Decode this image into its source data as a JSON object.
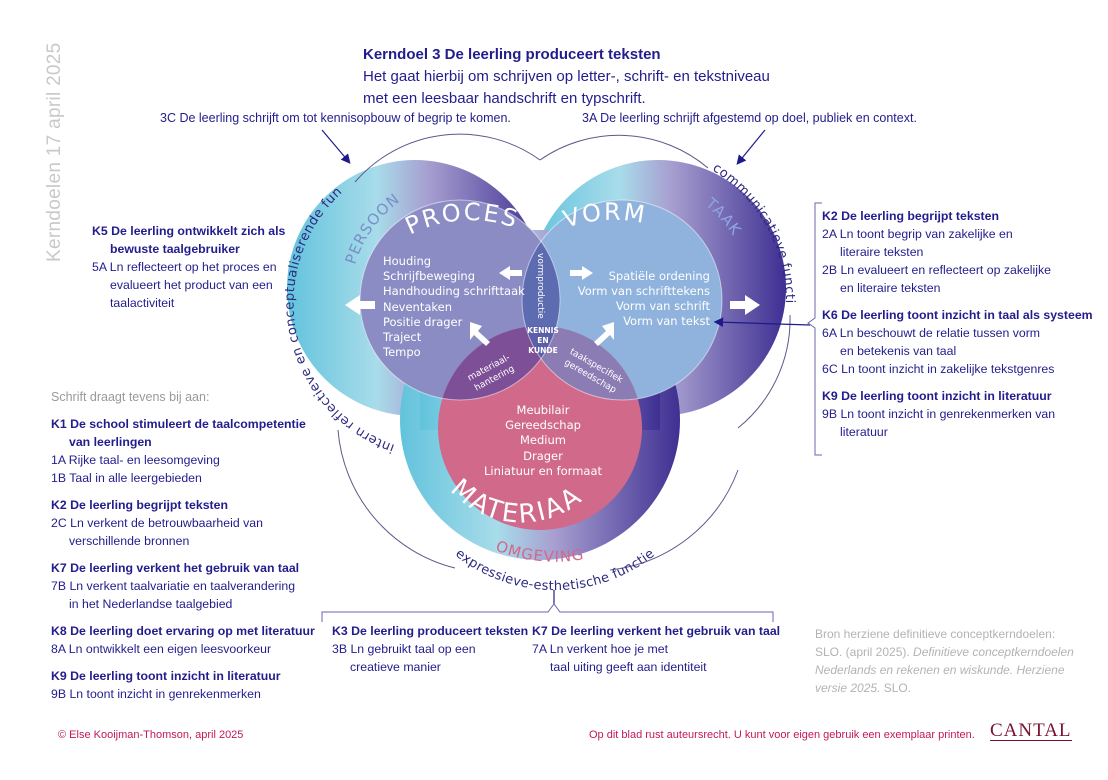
{
  "side_title": "Kerndoelen 17 april 2025",
  "header": {
    "title": "Kerndoel 3 De leerling produceert teksten",
    "line1": "Het gaat hierbij om schrijven op letter-, schrift- en tekstniveau",
    "line2": "met een leesbaar handschrift en typschrift."
  },
  "goal_notes": {
    "left": "3C De leerling schrijft om tot kennisopbouw of begrip te komen.",
    "right": "3A De leerling schrijft afgestemd op doel, publiek en context."
  },
  "diagram": {
    "outer_labels": {
      "left_function": "intern reflectieve en conceptualiserende functie",
      "right_function": "communicatieve functie",
      "bottom_function": "expressieve-esthetische functie"
    },
    "ring_labels": {
      "left": "PERSOON",
      "right": "TAAK",
      "bottom": "OMGEVING"
    },
    "circles": {
      "proces": {
        "title": "PROCES",
        "items": [
          "Houding",
          "Schrijfbeweging",
          "Handhouding schrifttaak",
          "Neventaken",
          "Positie drager",
          "Traject",
          "Tempo"
        ]
      },
      "vorm": {
        "title": "VORM",
        "items": [
          "Spatiële ordening",
          "Vorm van schrifttekens",
          "Vorm van schrift",
          "Vorm van tekst"
        ]
      },
      "materiaal": {
        "title": "MATERIAAL",
        "items": [
          "Meubilair",
          "Gereedschap",
          "Medium",
          "Drager",
          "Liniatuur en formaat"
        ]
      }
    },
    "overlaps": {
      "proces_vorm": "vormproductie",
      "proces_materiaal": [
        "materiaal-",
        "hantering"
      ],
      "vorm_materiaal": [
        "taakspecifiek",
        "gereedschap"
      ],
      "center": [
        "KENNIS",
        "EN",
        "KUNDE"
      ]
    },
    "colors": {
      "persoon_ring": "#7fcde0",
      "taak_ring": "#4e3f9b",
      "omgeving_ring": "#a9dbe9",
      "proces_circle": "#8b8cc4",
      "vorm_circle": "#8fb3dc",
      "materiaal_circle": "#d0698a",
      "center": "#5a5fa8",
      "lines": "#4a4a8a"
    }
  },
  "left_panel_k5": {
    "heading1": "K5 De leerling ontwikkelt zich als",
    "heading2": "bewuste taalgebruiker",
    "item1a": "5A Ln reflecteert op het proces en",
    "item1b": "evalueert het product van een",
    "item1c": "taalactiviteit"
  },
  "right_panel": {
    "k2_heading": "K2 De leerling begrijpt teksten",
    "k2_2a_1": "2A Ln toont begrip van zakelijke en",
    "k2_2a_2": "literaire teksten",
    "k2_2b_1": "2B Ln evalueert en reflecteert op zakelijke",
    "k2_2b_2": "en literaire teksten",
    "k6_heading": "K6 De leerling toont inzicht in taal als systeem",
    "k6_6a_1": "6A Ln beschouwt de relatie tussen vorm",
    "k6_6a_2": "en betekenis van taal",
    "k6_6c": "6C Ln toont inzicht in zakelijke tekstgenres",
    "k9_heading": "K9 De leerling toont inzicht in literatuur",
    "k9_9b_1": "9B Ln toont inzicht in genrekenmerken van",
    "k9_9b_2": "literatuur"
  },
  "left_bottom_panel": {
    "intro": "Schrift draagt tevens bij aan:",
    "k1_heading1": "K1 De school stimuleert de taalcompetentie",
    "k1_heading2": "van leerlingen",
    "k1_1a": "1A Rijke taal- en leesomgeving",
    "k1_1b": "1B Taal in alle leergebieden",
    "k2_heading": "K2 De leerling begrijpt teksten",
    "k2_2c_1": "2C Ln verkent de betrouwbaarheid van",
    "k2_2c_2": "verschillende bronnen",
    "k7_heading": "K7 De leerling verkent het gebruik van taal",
    "k7_7b_1": "7B Ln verkent taalvariatie en taalverandering",
    "k7_7b_2": "in het Nederlandse taalgebied",
    "k8_heading": "K8 De leerling doet ervaring op met literatuur",
    "k8_8a": "8A Ln ontwikkelt een eigen leesvoorkeur",
    "k9_heading": "K9 De leerling toont inzicht in literatuur",
    "k9_9b": "9B Ln toont inzicht in genrekenmerken"
  },
  "bottom_panel": {
    "k3_heading": "K3 De leerling produceert teksten",
    "k3_3b_1": "3B Ln gebruikt taal op een",
    "k3_3b_2": "creatieve manier",
    "k7_heading": "K7 De leerling verkent het gebruik van taal",
    "k7_7a_1": "7A Ln verkent hoe je met",
    "k7_7a_2": "taal uiting geeft aan identiteit"
  },
  "source": {
    "line1": "Bron herziene definitieve conceptkerndoelen:",
    "line2_plain": "SLO. (april 2025). ",
    "line2_italic": "Definitieve conceptkerndoelen",
    "line3_italic": "Nederlands en rekenen en wiskunde. Herziene",
    "line4_italic": "versie 2025.",
    "line4_plain": " SLO."
  },
  "footer": {
    "copyright": "© Else Kooijman-Thomson, april 2025",
    "notice": "Op dit blad rust auteursrecht. U kunt voor eigen gebruik een exemplaar printen.",
    "logo": "CANTAL"
  }
}
